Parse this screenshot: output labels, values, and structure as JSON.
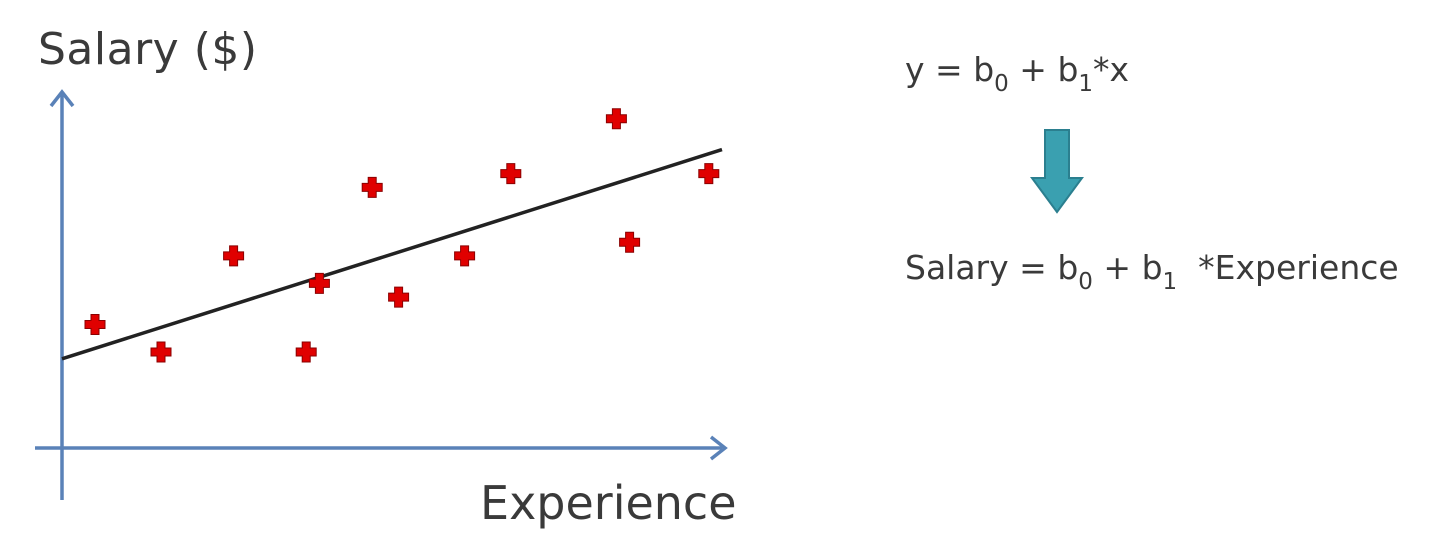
{
  "chart_data": {
    "type": "scatter",
    "xlabel": "Experience",
    "ylabel": "Salary ($)",
    "xlim": [
      0,
      10
    ],
    "ylim": [
      0,
      10
    ],
    "grid": false,
    "points": [
      {
        "x": 0.5,
        "y": 3.6
      },
      {
        "x": 1.5,
        "y": 2.8
      },
      {
        "x": 2.6,
        "y": 5.6
      },
      {
        "x": 3.7,
        "y": 2.8
      },
      {
        "x": 3.9,
        "y": 4.8
      },
      {
        "x": 4.7,
        "y": 7.6
      },
      {
        "x": 5.1,
        "y": 4.4
      },
      {
        "x": 6.1,
        "y": 5.6
      },
      {
        "x": 6.8,
        "y": 8.0
      },
      {
        "x": 8.4,
        "y": 9.6
      },
      {
        "x": 8.6,
        "y": 6.0
      },
      {
        "x": 9.8,
        "y": 8.0
      }
    ],
    "regression_line": {
      "x": [
        0,
        10
      ],
      "y": [
        2.6,
        8.7
      ]
    },
    "colors": {
      "axes": "#5a82b8",
      "points": "#e00000",
      "line": "#222222",
      "arrow": "#3aa0b0"
    }
  },
  "equations": {
    "generic": {
      "lhs": "y",
      "eq": "=",
      "b0": "b",
      "b0_sub": "0",
      "plus": "+",
      "b1": "b",
      "b1_sub": "1",
      "tail": "*x"
    },
    "specific": {
      "lhs": "Salary",
      "eq": "=",
      "b0": "b",
      "b0_sub": "0",
      "plus": "+",
      "b1": "b",
      "b1_sub": "1",
      "tail": "*Experience"
    }
  }
}
